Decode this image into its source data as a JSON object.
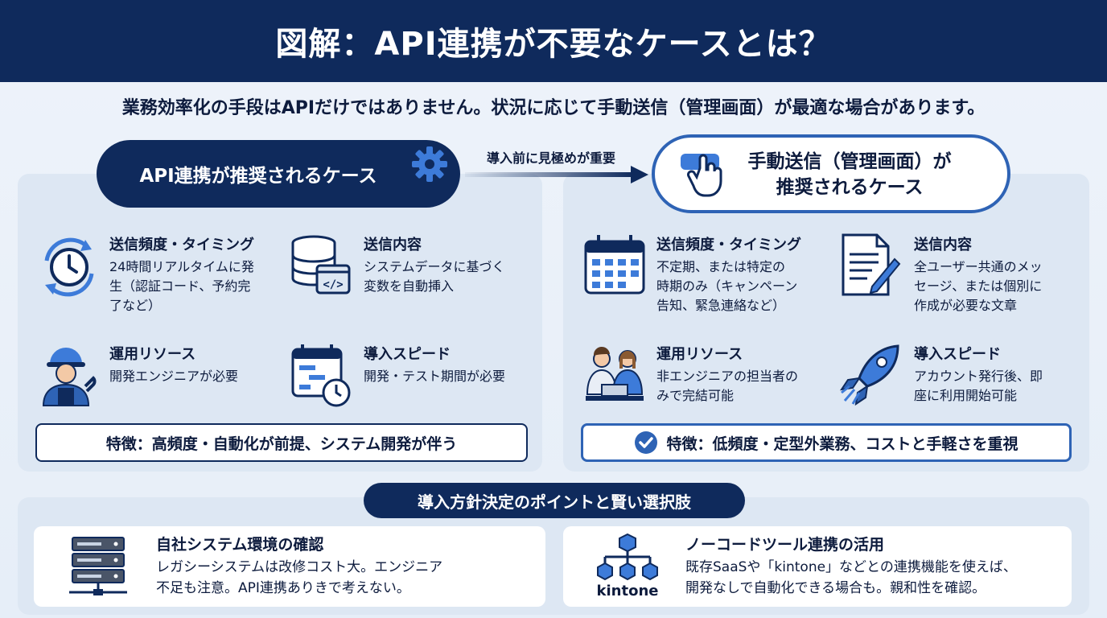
{
  "title": "図解：API連携が不要なケースとは？",
  "subtitle": "業務効率化の手段はAPIだけではありません。状況に応じて手動送信（管理画面）が最適な場合があります。",
  "arrow_label": "導入前に見極めが重要",
  "left": {
    "heading": "API連携が推奨されるケース",
    "items": [
      {
        "title": "送信頻度・タイミング",
        "desc": "24時間リアルタイムに発\n生（認証コード、予約完\n了など）",
        "icon": "clock-cycle-icon"
      },
      {
        "title": "送信内容",
        "desc": "システムデータに基づく\n変数を自動挿入",
        "icon": "database-code-icon"
      },
      {
        "title": "運用リソース",
        "desc": "開発エンジニアが必要",
        "icon": "engineer-icon"
      },
      {
        "title": "導入スピード",
        "desc": "開発・テスト期間が必要",
        "icon": "calendar-clock-icon"
      }
    ],
    "feature": "特徴：高頻度・自動化が前提、システム開発が伴う"
  },
  "right": {
    "heading_line1": "手動送信（管理画面）が",
    "heading_line2": "推奨されるケース",
    "items": [
      {
        "title": "送信頻度・タイミング",
        "desc": "不定期、または特定の\n時期のみ（キャンペーン\n告知、緊急連絡など）",
        "icon": "calendar-icon"
      },
      {
        "title": "送信内容",
        "desc": "全ユーザー共通のメッ\nセージ、または個別に\n作成が必要な文章",
        "icon": "document-pen-icon"
      },
      {
        "title": "運用リソース",
        "desc": "非エンジニアの担当者の\nみで完結可能",
        "icon": "staff-icon"
      },
      {
        "title": "導入スピード",
        "desc": "アカウント発行後、即\n座に利用開始可能",
        "icon": "rocket-icon"
      }
    ],
    "feature": "特徴：低頻度・定型外業務、コストと手軽さを重視"
  },
  "bottom": {
    "heading": "導入方針決定のポイントと賢い選択肢",
    "cards": [
      {
        "title": "自社システム環境の確認",
        "line1": "レガシーシステムは改修コスト大。エンジニア",
        "line2": "不足も注意。API連携ありきで考えない。",
        "icon": "server-icon"
      },
      {
        "title": "ノーコードツール連携の活用",
        "line1": "既存SaaSや「kintone」などとの連携機能を使えば、",
        "line2": "開発なしで自動化できる場合も。親和性を確認。",
        "icon": "kintone-icon",
        "logo_text": "kintone"
      }
    ]
  },
  "colors": {
    "navy": "#0f2a5c",
    "blue": "#2e63b5",
    "panel": "#dde7f3"
  }
}
